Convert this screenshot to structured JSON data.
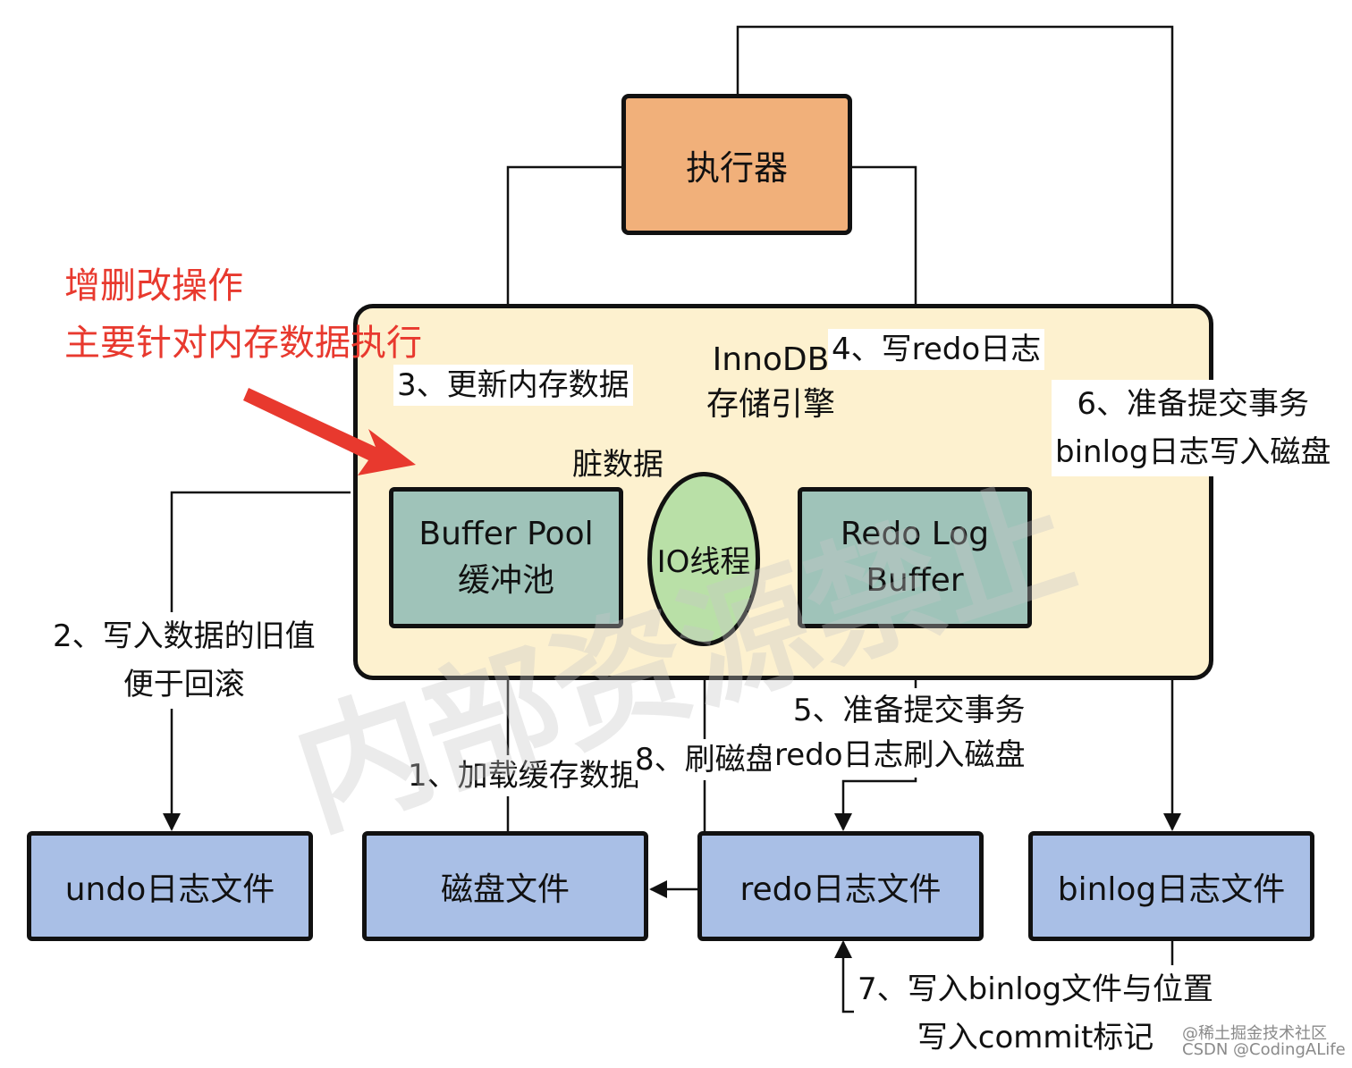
{
  "watermark": {
    "big_text": "内部资源禁止",
    "site_line": "@稀土掘金技术社区",
    "author_line": "CSDN @CodingALife"
  },
  "annotation": {
    "line1": "增删改操作",
    "line2": "主要针对内存数据执行"
  },
  "innodb": {
    "line1": "InnoDB",
    "line2": "存储引擎"
  },
  "nodes": {
    "executor": "执行器",
    "buffer_pool_line1": "Buffer Pool",
    "buffer_pool_line2": "缓冲池",
    "io_thread": "IO线程",
    "redo_log_buffer_line1": "Redo Log",
    "redo_log_buffer_line2": "Buffer",
    "undo_file": "undo日志文件",
    "disk_file": "磁盘文件",
    "redo_file": "redo日志文件",
    "binlog_file": "binlog日志文件"
  },
  "steps": {
    "step1": "1、加载缓存数据",
    "step2_line1": "2、写入数据的旧值",
    "step2_line2": "便于回滚",
    "step3": "3、更新内存数据",
    "dirty_data": "脏数据",
    "step4": "4、写redo日志",
    "step5_line1": "5、准备提交事务",
    "step5_line2": "redo日志刷入磁盘",
    "step6_line1": "6、准备提交事务",
    "step6_line2": "binlog日志写入磁盘",
    "step7_line1": "7、写入binlog文件与位置",
    "step7_line2": "写入commit标记",
    "step8": "8、刷磁盘"
  },
  "colors": {
    "executor_fill": "#f1b07a",
    "innodb_fill": "#fdf1cf",
    "teal_fill": "#9fc3b9",
    "io_fill": "#b9e0a7",
    "file_fill": "#a9bfe6",
    "annotation_red": "#e8392e",
    "line": "#111111"
  }
}
